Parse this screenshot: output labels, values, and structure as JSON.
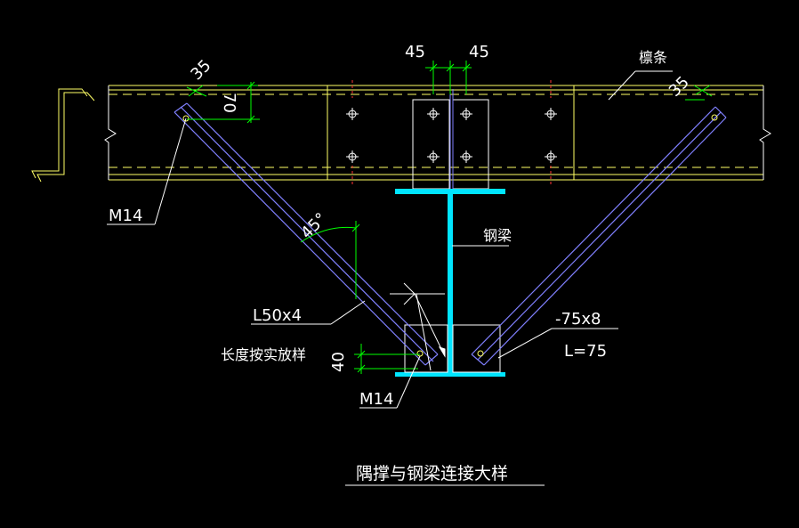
{
  "drawing": {
    "title": "隅撑与钢梁连接大样",
    "labels": {
      "purlin": "檩条",
      "steel_beam": "钢梁",
      "bolt_top": "M14",
      "bolt_bottom": "M14",
      "angle_section": "L50x4",
      "angle_note": "长度按实放样",
      "plate_section": "-75x8",
      "plate_length": "L=75"
    },
    "dimensions": {
      "left_gap": "45",
      "right_gap": "45",
      "edge_left": "35",
      "edge_right": "35",
      "bolt_spacing": "70",
      "bottom_offset": "40",
      "angle": "45°"
    },
    "colors": {
      "background": "#000000",
      "purlin_line": "#ffff66",
      "steel_beam": "#00e5ff",
      "brace": "#8080ff",
      "dimension": "#00ff00",
      "text": "#ffffff",
      "hidden_marks": "#ff3333"
    }
  }
}
